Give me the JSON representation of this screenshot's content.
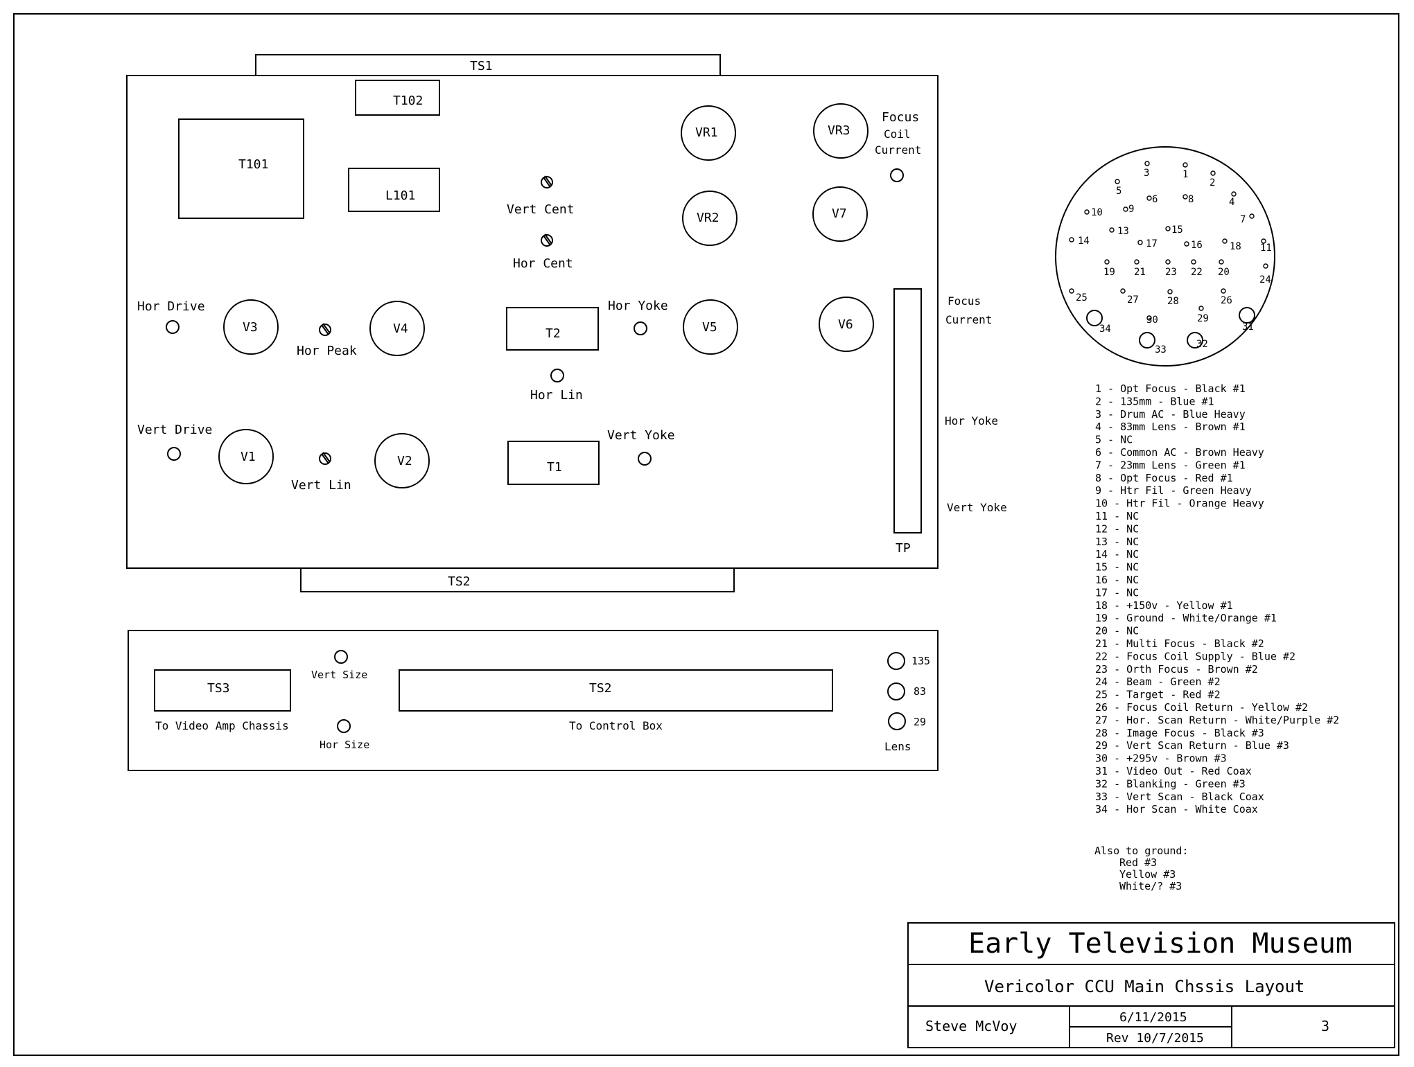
{
  "chassis": {
    "ts1": "TS1",
    "ts2": "TS2",
    "t102": "T102",
    "t101": "T101",
    "l101": "L101",
    "vr1": "VR1",
    "vr2": "VR2",
    "vr3": "VR3",
    "v7": "V7",
    "v3": "V3",
    "v4": "V4",
    "v5": "V5",
    "v6": "V6",
    "v1": "V1",
    "v2": "V2",
    "t2": "T2",
    "t1": "T1",
    "tp": "TP",
    "focus_coil_current": [
      "Focus",
      "Coil",
      "Current"
    ],
    "vert_cent": "Vert Cent",
    "hor_cent": "Hor Cent",
    "hor_drive": "Hor Drive",
    "hor_peak": "Hor Peak",
    "hor_yoke": "Hor Yoke",
    "hor_lin": "Hor Lin",
    "vert_drive": "Vert Drive",
    "vert_lin": "Vert Lin",
    "vert_yoke": "Vert Yoke"
  },
  "side_labels": {
    "focus_current": [
      "Focus",
      "Current"
    ],
    "hor_yoke": "Hor Yoke",
    "vert_yoke": "Vert Yoke"
  },
  "lower_panel": {
    "ts3": "TS3",
    "ts3_caption": "To Video Amp Chassis",
    "vert_size": "Vert Size",
    "hor_size": "Hor Size",
    "ts2": "TS2",
    "ts2_caption": "To Control Box",
    "lens_135": "135",
    "lens_83": "83",
    "lens_29": "29",
    "lens_caption": "Lens"
  },
  "connector_pins": [
    "1",
    "2",
    "3",
    "4",
    "5",
    "6",
    "7",
    "8",
    "9",
    "10",
    "11",
    "13",
    "14",
    "15",
    "16",
    "17",
    "18",
    "19",
    "20",
    "21",
    "22",
    "23",
    "24",
    "25",
    "26",
    "27",
    "28",
    "29",
    "30",
    "31",
    "32",
    "33",
    "34"
  ],
  "pin_list": [
    "1 - Opt Focus - Black #1",
    "2 - 135mm - Blue #1",
    "3 - Drum AC - Blue Heavy",
    "4 - 83mm Lens - Brown #1",
    "5 - NC",
    "6 - Common AC - Brown Heavy",
    "7 - 23mm Lens - Green #1",
    "8 - Opt Focus - Red #1",
    "9 - Htr Fil - Green Heavy",
    "10 - Htr Fil - Orange Heavy",
    "11 - NC",
    "12 - NC",
    "13 - NC",
    "14 - NC",
    "15 - NC",
    "16 - NC",
    "17 - NC",
    "18 - +150v - Yellow #1",
    "19 - Ground - White/Orange #1",
    "20 - NC",
    "21 - Multi Focus - Black #2",
    "22 - Focus Coil Supply - Blue #2",
    "23 - Orth Focus - Brown #2",
    "24 - Beam - Green #2",
    "25 - Target - Red #2",
    "26 - Focus Coil Return - Yellow #2",
    "27 - Hor. Scan Return - White/Purple #2",
    "28 - Image Focus - Black #3",
    "29 - Vert Scan Return - Blue #3",
    "30 - +295v - Brown #3",
    "31 - Video Out - Red Coax",
    "32 - Blanking - Green #3",
    "33 - Vert Scan - Black Coax",
    "34 - Hor Scan - White Coax"
  ],
  "ground_note": {
    "heading": "Also to ground:",
    "items": [
      "Red #3",
      "Yellow #3",
      "White/? #3"
    ]
  },
  "title_block": {
    "museum": "Early Television Museum",
    "drawing_title": "Vericolor CCU Main Chssis Layout",
    "author": "Steve McVoy",
    "date": "6/11/2015",
    "revision": "Rev 10/7/2015",
    "sheet": "3"
  }
}
